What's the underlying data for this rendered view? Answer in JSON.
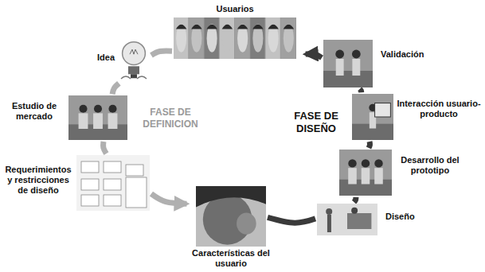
{
  "diagram": {
    "nodes": [
      {
        "text": [
          "Usuarios"
        ]
      },
      {
        "text": [
          "Idea"
        ]
      },
      {
        "text": [
          "Estudio de mercado"
        ]
      },
      {
        "text": [
          "Requerimientos y restricciones de diseño"
        ]
      },
      {
        "text": [
          "Características del usuario"
        ]
      },
      {
        "text": [
          "Diseño"
        ]
      },
      {
        "text": [
          "Desarrollo del prototipo"
        ]
      },
      {
        "text": [
          "Interacción usuario-producto"
        ]
      },
      {
        "text": [
          "Validación"
        ]
      }
    ],
    "edges": [
      {
        "from": 0,
        "to": 1,
        "arrow": "none"
      },
      {
        "from": 1,
        "to": 2,
        "arrow": "none"
      },
      {
        "from": 2,
        "to": 3,
        "arrow": "none"
      },
      {
        "from": 3,
        "to": 4,
        "arrow": "to"
      },
      {
        "from": 4,
        "to": 5,
        "arrow": "none"
      },
      {
        "from": 5,
        "to": 6,
        "arrow": "none"
      },
      {
        "from": 6,
        "to": 7,
        "arrow": "none"
      },
      {
        "from": 7,
        "to": 8,
        "arrow": "none"
      },
      {
        "from": 8,
        "to": 0,
        "arrow": "to"
      }
    ],
    "labels": [
      "FASE DE DEFINICION",
      "FASE DE DISEÑO"
    ]
  }
}
